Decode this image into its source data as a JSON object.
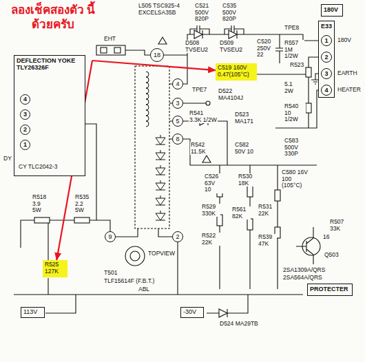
{
  "diagram": {
    "nodes": [
      {
        "text": [
          "ลองเช็คสองตัว นี้ด้วยครับ"
        ]
      },
      {
        "text": [
          "DEFLECTION YOKE TLY26326F"
        ]
      },
      {
        "text": [
          "4"
        ],
        "in": 1
      },
      {
        "text": [
          "3"
        ],
        "in": 1
      },
      {
        "text": [
          "2"
        ],
        "in": 1
      },
      {
        "text": [
          "1"
        ],
        "in": 1
      },
      {
        "text": [
          "E33"
        ]
      },
      {
        "text": [
          "1"
        ],
        "in": 6
      },
      {
        "text": [
          "2"
        ],
        "in": 6
      },
      {
        "text": [
          "3"
        ],
        "in": 6
      },
      {
        "text": [
          "4"
        ],
        "in": 6
      },
      {
        "text": [
          "180V"
        ]
      },
      {
        "text": [
          "18"
        ]
      },
      {
        "text": [
          "4"
        ]
      },
      {
        "text": [
          "3"
        ]
      },
      {
        "text": [
          "5"
        ]
      },
      {
        "text": [
          "8"
        ]
      },
      {
        "text": [
          "9"
        ]
      },
      {
        "text": [
          "2"
        ]
      },
      {
        "text": [
          "C519 160V 0.47(105°C)"
        ]
      },
      {
        "text": [
          "R525 127K"
        ]
      },
      {
        "text": [
          "PROTECTER"
        ]
      },
      {
        "text": [
          "113V"
        ]
      },
      {
        "text": [
          "-30V"
        ]
      }
    ],
    "edges": [
      {
        "from": 0,
        "to": 19,
        "arrow": "to"
      },
      {
        "from": 0,
        "to": 20,
        "arrow": "to"
      }
    ],
    "labels": [
      "EHT",
      "L505 TSC925-4 EXCELSA35B",
      "C521 500V 820P",
      "C535 500V 820P",
      "TPE8",
      "D508 TVSEU2",
      "D509 TVSEU2",
      "C520 250V 22",
      "R557 1M 1/2W",
      "180V",
      "EARTH",
      "HEATER",
      "R523",
      "5.1 2W",
      "TPE7",
      "D522 MA4104J",
      "R540 10 1/2W",
      "R541 3.3K 1/2W",
      "D523 MA171",
      "R542 11.5K",
      "C582 50V 10",
      "C583 500V 330P",
      "DY",
      "CY TLC2042-3",
      "R518 3.9 5W",
      "R535 2.2 5W",
      "C526 63V 10",
      "R530 18K",
      "C580 16V 100 (105°C)",
      "R529 330K",
      "R561 82K",
      "R522 22K",
      "R531 22K",
      "R539 47K",
      "R507 33K",
      "16",
      "Q503",
      "2SA1309A/QRS",
      "2SA564A/QRS",
      "TOPVIEW",
      "T501",
      "TLF15614F (F.B.T.)",
      "ABL",
      "D524 MA29TB"
    ]
  }
}
